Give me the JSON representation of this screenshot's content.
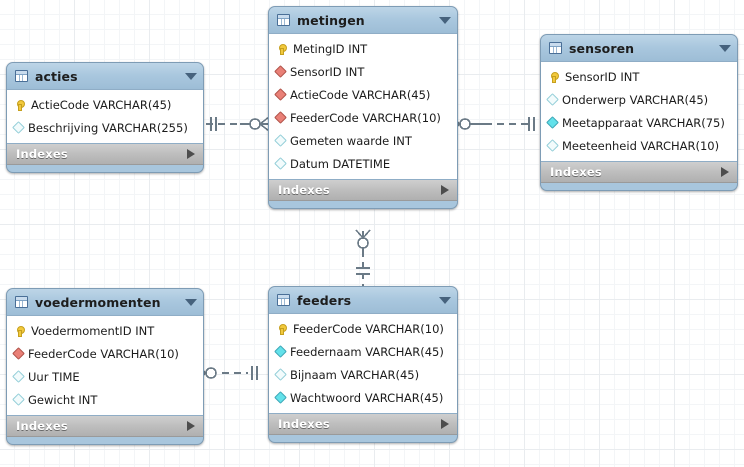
{
  "app": {
    "kind": "erd-canvas",
    "grid_visible": true,
    "canvas_bg": "#ffffff",
    "grid_color": "#e9ecef",
    "header_color": "#a9c7de",
    "footer_color": "#bdbdbd",
    "pk_icon_color": "#f2c93d",
    "fk_icon_color": "#e98077",
    "required_icon_color": "#63e1ea",
    "nullable_icon_color": "#f2fbfc",
    "relation_line_color": "#6b7a86"
  },
  "tables": [
    {
      "name": "acties",
      "icon": "table-icon",
      "collapse_icon": "chevron-down-icon",
      "footer_label": "Indexes",
      "footer_icon": "chevron-right-icon",
      "columns": [
        {
          "icon": "primary-key-icon",
          "kind": "pk",
          "label": "ActieCode VARCHAR(45)"
        },
        {
          "icon": "nullable-column-icon",
          "kind": "nullable",
          "label": "Beschrijving VARCHAR(255)"
        }
      ]
    },
    {
      "name": "metingen",
      "icon": "table-icon",
      "collapse_icon": "chevron-down-icon",
      "footer_label": "Indexes",
      "footer_icon": "chevron-right-icon",
      "columns": [
        {
          "icon": "primary-key-icon",
          "kind": "pk",
          "label": "MetingID INT"
        },
        {
          "icon": "foreign-key-icon",
          "kind": "fk",
          "label": "SensorID INT"
        },
        {
          "icon": "foreign-key-icon",
          "kind": "fk",
          "label": "ActieCode VARCHAR(45)"
        },
        {
          "icon": "foreign-key-icon",
          "kind": "fk",
          "label": "FeederCode VARCHAR(10)"
        },
        {
          "icon": "nullable-column-icon",
          "kind": "nullable",
          "label": "Gemeten waarde INT"
        },
        {
          "icon": "nullable-column-icon",
          "kind": "nullable",
          "label": "Datum DATETIME"
        }
      ]
    },
    {
      "name": "sensoren",
      "icon": "table-icon",
      "collapse_icon": "chevron-down-icon",
      "footer_label": "Indexes",
      "footer_icon": "chevron-right-icon",
      "columns": [
        {
          "icon": "primary-key-icon",
          "kind": "pk",
          "label": "SensorID INT"
        },
        {
          "icon": "nullable-column-icon",
          "kind": "nullable",
          "label": "Onderwerp VARCHAR(45)"
        },
        {
          "icon": "required-column-icon",
          "kind": "required",
          "label": "Meetapparaat VARCHAR(75)"
        },
        {
          "icon": "nullable-column-icon",
          "kind": "nullable",
          "label": "Meeteenheid VARCHAR(10)"
        }
      ]
    },
    {
      "name": "voedermomenten",
      "icon": "table-icon",
      "collapse_icon": "chevron-down-icon",
      "footer_label": "Indexes",
      "footer_icon": "chevron-right-icon",
      "columns": [
        {
          "icon": "primary-key-icon",
          "kind": "pk",
          "label": "VoedermomentID INT"
        },
        {
          "icon": "foreign-key-icon",
          "kind": "fk",
          "label": "FeederCode VARCHAR(10)"
        },
        {
          "icon": "nullable-column-icon",
          "kind": "nullable",
          "label": "Uur TIME"
        },
        {
          "icon": "nullable-column-icon",
          "kind": "nullable",
          "label": "Gewicht INT"
        }
      ]
    },
    {
      "name": "feeders",
      "icon": "table-icon",
      "collapse_icon": "chevron-down-icon",
      "footer_label": "Indexes",
      "footer_icon": "chevron-right-icon",
      "columns": [
        {
          "icon": "primary-key-icon",
          "kind": "pk",
          "label": "FeederCode VARCHAR(10)"
        },
        {
          "icon": "required-column-icon",
          "kind": "required",
          "label": "Feedernaam VARCHAR(45)"
        },
        {
          "icon": "nullable-column-icon",
          "kind": "nullable",
          "label": "Bijnaam VARCHAR(45)"
        },
        {
          "icon": "required-column-icon",
          "kind": "required",
          "label": "Wachtwoord VARCHAR(45)"
        }
      ]
    }
  ],
  "relationships": [
    {
      "from": "acties",
      "to": "metingen",
      "notation": "one-to-many-crowsfoot",
      "line": "dashed"
    },
    {
      "from": "sensoren",
      "to": "metingen",
      "notation": "one-to-many-crowsfoot",
      "line": "dashed"
    },
    {
      "from": "feeders",
      "to": "metingen",
      "notation": "one-to-many-crowsfoot",
      "line": "dashed"
    },
    {
      "from": "feeders",
      "to": "voedermomenten",
      "notation": "one-to-many-crowsfoot",
      "line": "dashed"
    }
  ]
}
